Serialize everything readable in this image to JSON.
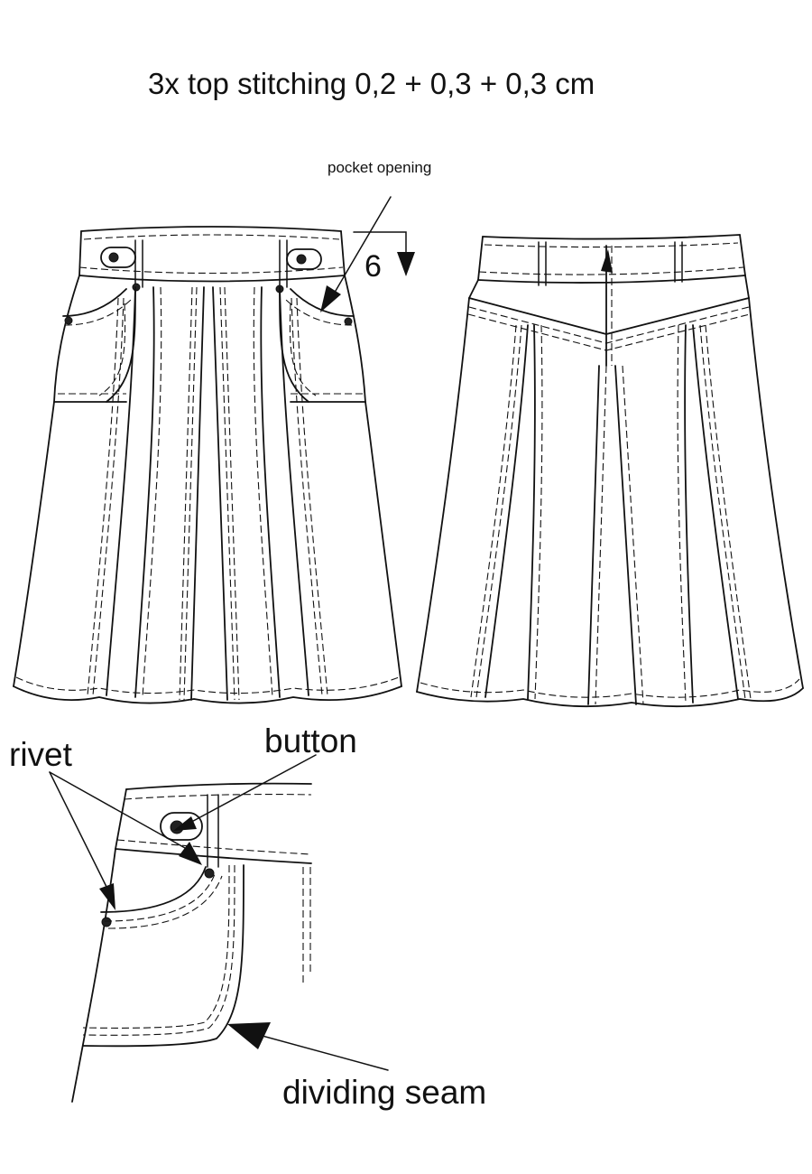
{
  "labels": {
    "title": "3x top stitching 0,2 + 0,3 + 0,3 cm",
    "pocket_opening": "pocket opening",
    "measure": "6",
    "button": "button",
    "rivet": "rivet",
    "dividing_seam": "dividing seam"
  },
  "colors": {
    "line": "#111111",
    "background": "#ffffff"
  }
}
